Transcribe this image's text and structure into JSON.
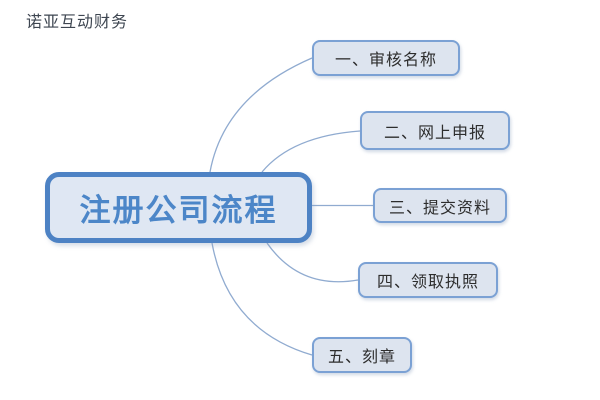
{
  "header": {
    "brand": "诺亚互动财务"
  },
  "diagram": {
    "center": {
      "label": "注册公司流程"
    },
    "branches": [
      {
        "label": "一、审核名称"
      },
      {
        "label": "二、网上申报"
      },
      {
        "label": "三、提交资料"
      },
      {
        "label": "四、领取执照"
      },
      {
        "label": "五、刻章"
      }
    ],
    "colors": {
      "center_fill": "#dfe7f3",
      "center_border": "#4d82c4",
      "center_text": "#4c86c8",
      "branch_fill": "#dde4ef",
      "branch_border": "#7ba1d4",
      "branch_text": "#2d2d2d",
      "connector": "#90abd0",
      "brand_text": "#3e4651",
      "background": "#ffffff"
    }
  }
}
